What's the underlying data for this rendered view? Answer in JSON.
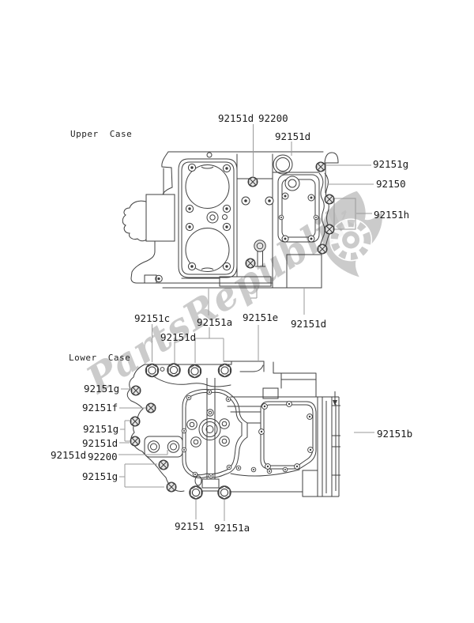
{
  "watermark": {
    "text": "PartsRepublik",
    "color": "#c2c2c2"
  },
  "sections": {
    "upper": {
      "title": "Upper Case"
    },
    "lower": {
      "title": "Lower Case"
    }
  },
  "callouts": {
    "upper": [
      {
        "part": "92151d"
      },
      {
        "part": "92200"
      },
      {
        "part": "92151d"
      },
      {
        "part": "92151g"
      },
      {
        "part": "92150"
      },
      {
        "part": "92151h"
      }
    ],
    "middle": [
      {
        "part": "92151c"
      },
      {
        "part": "92151a"
      },
      {
        "part": "92151e"
      },
      {
        "part": "92151d"
      },
      {
        "part": "92151d"
      }
    ],
    "lower": [
      {
        "part": "92151g"
      },
      {
        "part": "92151f"
      },
      {
        "part": "92151g"
      },
      {
        "part": "92151d"
      },
      {
        "part": "92151d"
      },
      {
        "part": "92200"
      },
      {
        "part": "92151g"
      },
      {
        "part": "92151b"
      },
      {
        "part": "92151"
      },
      {
        "part": "92151a"
      }
    ]
  },
  "colors": {
    "line": "#3f3f3f",
    "leader": "#9a9a9a",
    "label_text": "#1b1b1b",
    "watermark": "#c2c2c2"
  }
}
